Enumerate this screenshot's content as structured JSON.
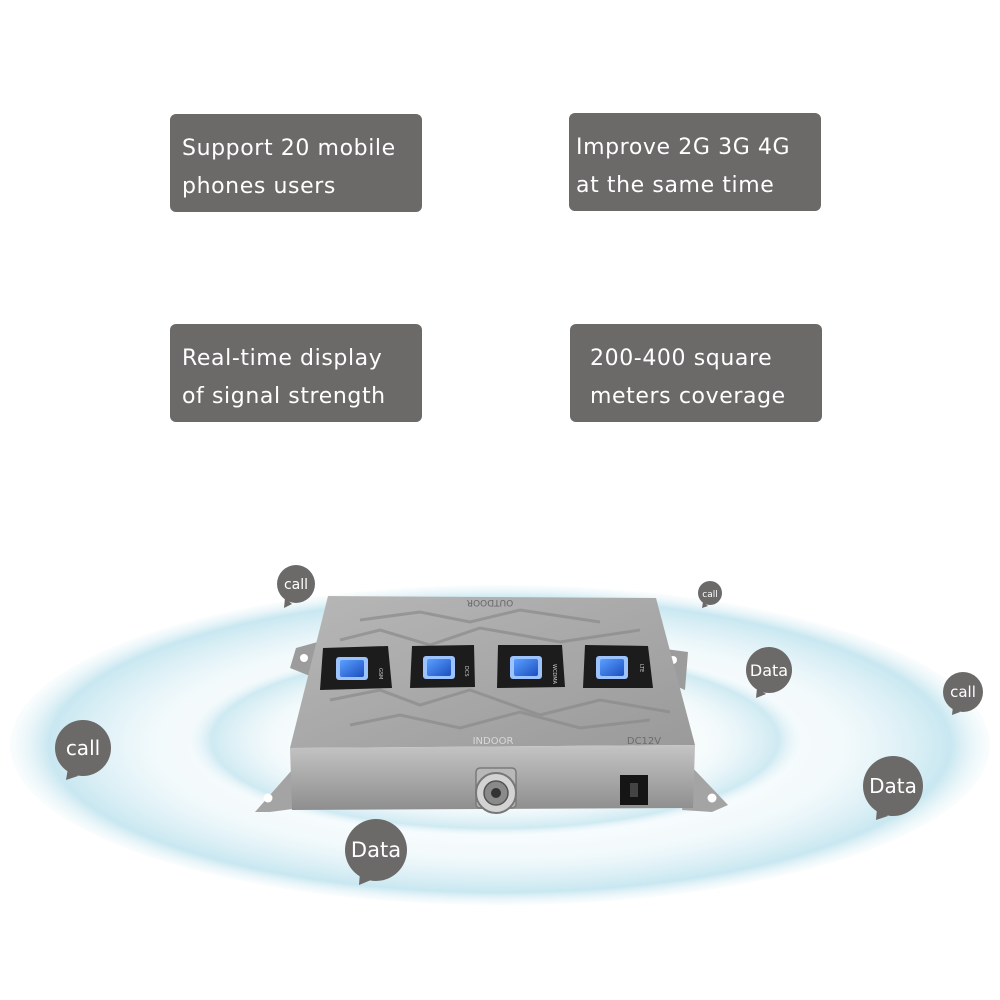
{
  "features": [
    {
      "line1": "Support 20 mobile",
      "line2": "phones users"
    },
    {
      "line1": "Improve 2G 3G 4G",
      "line2": "at the same time"
    },
    {
      "line1": "Real-time display",
      "line2": "of signal strength"
    },
    {
      "line1": "200-400 square",
      "line2": "meters coverage"
    }
  ],
  "device": {
    "top_label": "OUTDOOR",
    "front_label": "INDOOR",
    "power_label": "DC12V",
    "panel_labels": [
      "GSM",
      "DCS",
      "WCDMA",
      "LTE"
    ]
  },
  "bubbles": [
    {
      "text": "call"
    },
    {
      "text": "call"
    },
    {
      "text": "Data"
    },
    {
      "text": "call"
    },
    {
      "text": "call"
    },
    {
      "text": "Data"
    },
    {
      "text": "Data"
    }
  ],
  "colors": {
    "box_bg": "#6b6a69",
    "bubble_bg": "#6b6a69",
    "signal_ring": "#cfe9f1",
    "device_body": "#a9a9a9"
  }
}
